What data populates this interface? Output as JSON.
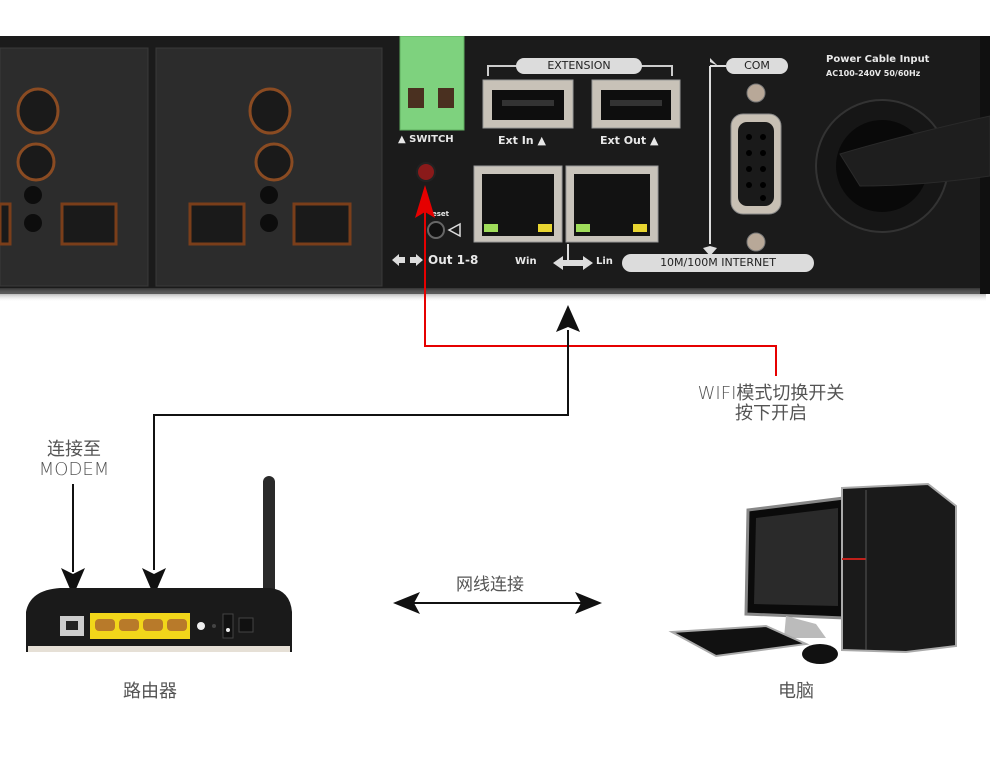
{
  "device": {
    "labels": {
      "switch": "SWITCH",
      "extension": "EXTENSION",
      "ext_in": "Ext In",
      "ext_out": "Ext Out",
      "com": "COM",
      "power_title": "Power Cable Input",
      "power_spec": "AC100-240V 50/60Hz",
      "reset": "eset",
      "out": "Out 1-8",
      "win": "Win",
      "lin": "Lin",
      "internet": "10M/100M  INTERNET"
    },
    "colors": {
      "chassis": "#1e1e1e",
      "terminal_green": "#7ed27e",
      "led_red": "#8a1a1a",
      "led_green": "#9fdc5a",
      "led_yellow": "#e8d530"
    }
  },
  "annotations": {
    "wifi_switch": {
      "line1": "WIFI模式切换开关",
      "line2": "按下开启",
      "color": "#e60000"
    },
    "modem": {
      "line1": "连接至",
      "line2": "MODEM"
    },
    "cable": "网线连接",
    "router": "路由器",
    "computer": "电脑"
  },
  "colors": {
    "arrow": "#111111",
    "caption": "#555555",
    "router_lan": "#f2d61a"
  }
}
